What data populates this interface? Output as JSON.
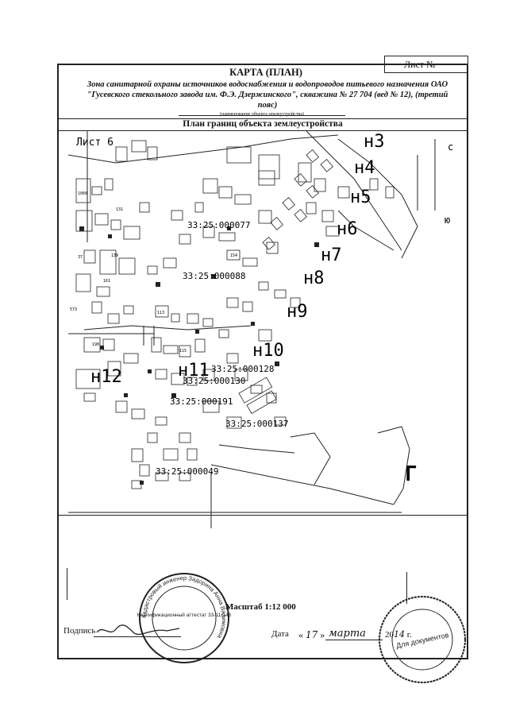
{
  "header": {
    "sheet_label": "Лист №",
    "title": "КАРТА (ПЛАН)",
    "subtitle_line1": "Зона санитарной охраны источников водоснабжения и водопроводов питьевого назначения ОАО",
    "subtitle_line2": "\"Гусевского стекольного завода им. Ф.Э. Дзержинского\", скважина № 27 704 (вед № 12), (третий",
    "subtitle_line3": "пояс)",
    "object_name_note": "(наименование объекта землеустройства)",
    "plan_heading": "План границ объекта землеустройства"
  },
  "map": {
    "sheet_ref": "Лист 6",
    "compass": {
      "north": "с",
      "south": "ю"
    },
    "boundary_points": [
      "н3",
      "н4",
      "н5",
      "н6",
      "н7",
      "н8",
      "н9",
      "н10",
      "н11",
      "н12"
    ],
    "cadastral_labels": [
      "33:25:000077",
      "33:25:000088",
      "33:25:000128",
      "33:25:000130",
      "33:25:000191",
      "33:25:000137",
      "33:25:000049"
    ],
    "large_letter": "Г",
    "parcel_numbers": [
      "1060",
      "37",
      "139",
      "161",
      "573",
      "190",
      "113",
      "115",
      "154",
      "131"
    ]
  },
  "footer": {
    "scale_label": "Масштаб 1:12 000",
    "signature_label": "Подпись",
    "date_label": "Дата",
    "date_day": "17",
    "date_month": "марта",
    "date_year_prefix": "20",
    "date_year_suffix": "14",
    "date_suffix": "г."
  },
  "stamps": {
    "round_stamp_left": "Кадастровый инженер Задорина Анна Вадимовна",
    "round_stamp_left_inner": "Квалификационный аттестат 33-11-146",
    "round_stamp_right": "Для документов"
  }
}
